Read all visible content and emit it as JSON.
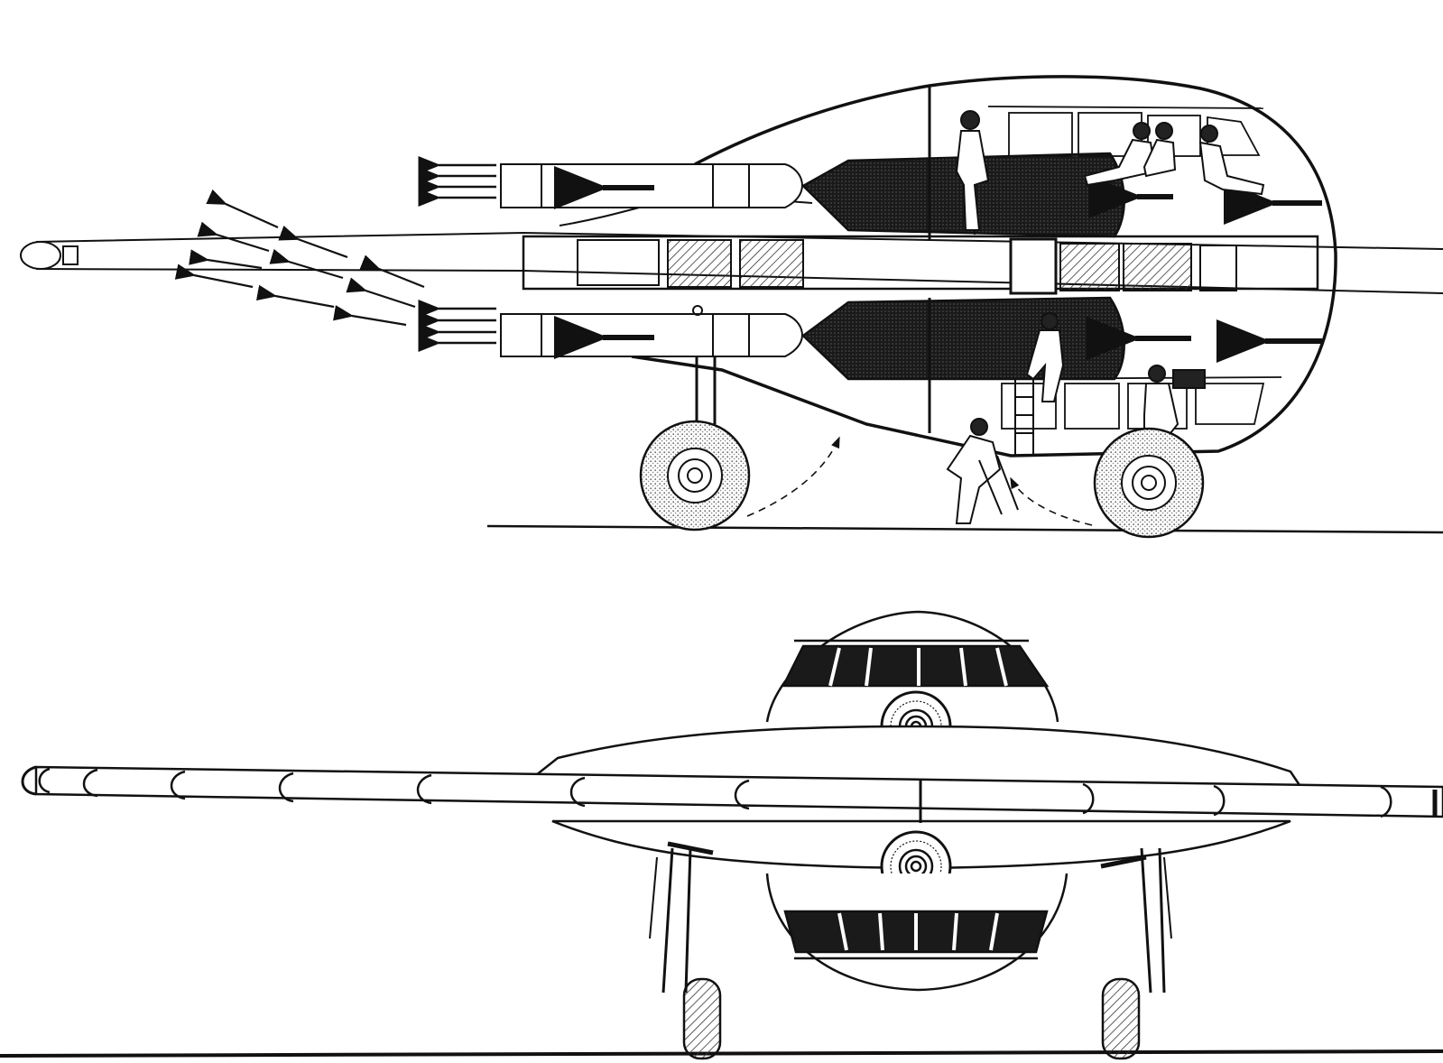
{
  "drawing": {
    "views": [
      "side-cutaway",
      "front"
    ],
    "colors": {
      "ink": "#111111",
      "paper": "#ffffff",
      "hatch": "#555555",
      "stipple": "#9a9a9a"
    },
    "side_view": {
      "crew_figures": 7,
      "thrust_arrows_internal": 6,
      "exhaust_nozzle_arrows_per_bank": 4
    },
    "front_view": {
      "engine_intakes": 2,
      "canopy_window_panes": 6,
      "boom_segments": 10
    }
  }
}
